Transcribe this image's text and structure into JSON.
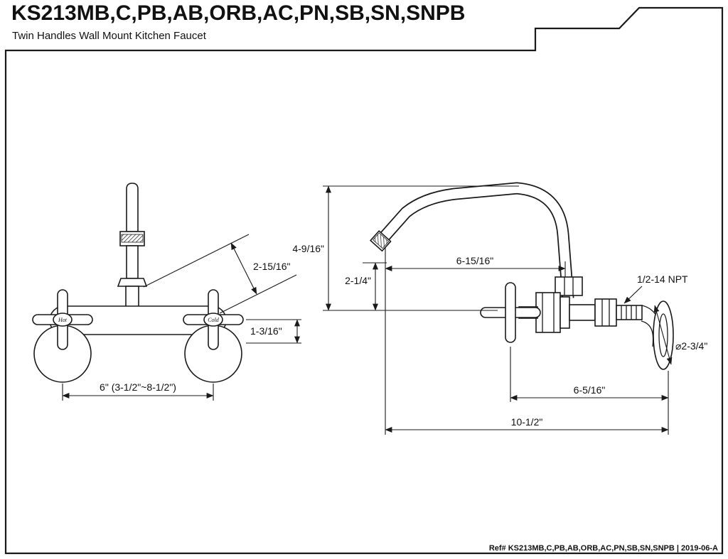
{
  "header": {
    "title": "KS213MB,C,PB,AB,ORB,AC,PN,SB,SN,SNPB",
    "subtitle": "Twin Handles Wall Mount Kitchen Faucet"
  },
  "front_view": {
    "hot_label": "Hot",
    "cold_label": "Cold",
    "dim_handle_offset": "2-15/16\"",
    "dim_handle_drop": "1-3/16\"",
    "dim_spread": "6\" (3-1/2\"~8-1/2\")"
  },
  "side_view": {
    "dim_height": "4-9/16\"",
    "dim_tip_drop": "2-1/4\"",
    "dim_reach": "6-15/16\"",
    "dim_thread": "1/2-14 NPT",
    "dim_flange_diameter": "⌀2-3/4\"",
    "dim_body_to_wall": "6-5/16\"",
    "dim_overall": "10-1/2\""
  },
  "footer": {
    "ref": "Ref# KS213MB,C,PB,AB,ORB,AC,PN,SB,SN,SNPB | 2019-06-A"
  }
}
